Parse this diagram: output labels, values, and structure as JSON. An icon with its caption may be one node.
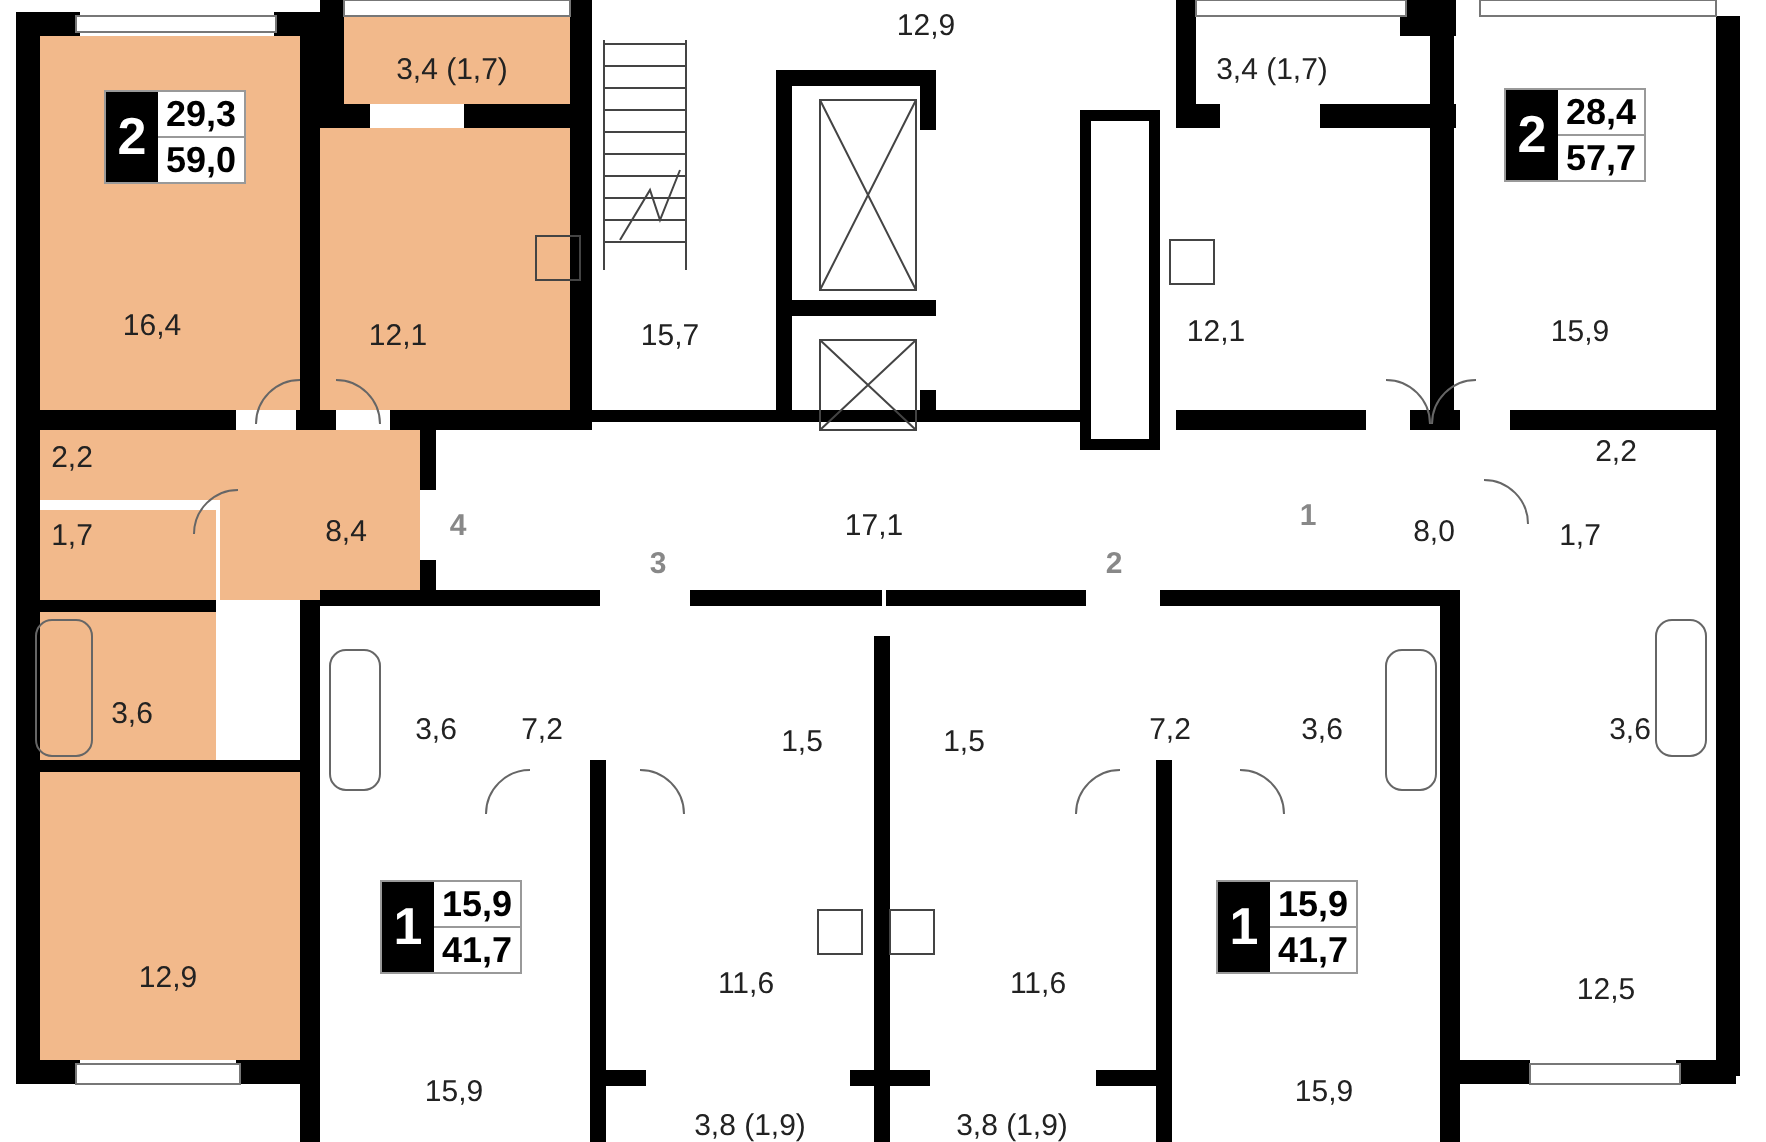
{
  "diagram": {
    "nodes": [
      {
        "text": [
          "16,4"
        ]
      },
      {
        "text": [
          "3,4 (1,7)"
        ]
      },
      {
        "text": [
          "12,1"
        ]
      },
      {
        "text": [
          "2,2"
        ]
      },
      {
        "text": [
          "1,7"
        ]
      },
      {
        "text": [
          "8,4"
        ]
      },
      {
        "text": [
          "3,6"
        ]
      },
      {
        "text": [
          "12,9"
        ]
      },
      {
        "text": [
          "2",
          "29,3",
          "59,0"
        ],
        "in": 0
      },
      {
        "text": [
          "15,7"
        ]
      },
      {
        "text": [
          "12,9"
        ]
      },
      {
        "text": [
          "17,1"
        ]
      },
      {
        "text": [
          "3,4 (1,7)"
        ]
      },
      {
        "text": [
          "12,1"
        ]
      },
      {
        "text": [
          "15,9"
        ]
      },
      {
        "text": [
          "2",
          "28,4",
          "57,7"
        ],
        "in": 14
      },
      {
        "text": [
          "2,2"
        ]
      },
      {
        "text": [
          "8,0"
        ]
      },
      {
        "text": [
          "1,7"
        ]
      },
      {
        "text": [
          "3,6"
        ]
      },
      {
        "text": [
          "12,5"
        ]
      },
      {
        "text": [
          "3,6"
        ]
      },
      {
        "text": [
          "7,2"
        ]
      },
      {
        "text": [
          "1,5"
        ]
      },
      {
        "text": [
          "11,6"
        ]
      },
      {
        "text": [
          "3,8 (1,9)"
        ]
      },
      {
        "text": [
          "15,9"
        ]
      },
      {
        "text": [
          "1",
          "15,9",
          "41,7"
        ],
        "in": 26
      },
      {
        "text": [
          "1,5"
        ]
      },
      {
        "text": [
          "11,6"
        ]
      },
      {
        "text": [
          "3,8 (1,9)"
        ]
      },
      {
        "text": [
          "7,2"
        ]
      },
      {
        "text": [
          "3,6"
        ]
      },
      {
        "text": [
          "15,9"
        ]
      },
      {
        "text": [
          "1",
          "15,9",
          "41,7"
        ],
        "in": 33
      }
    ],
    "labels": [
      "4",
      "3",
      "2",
      "1"
    ]
  }
}
